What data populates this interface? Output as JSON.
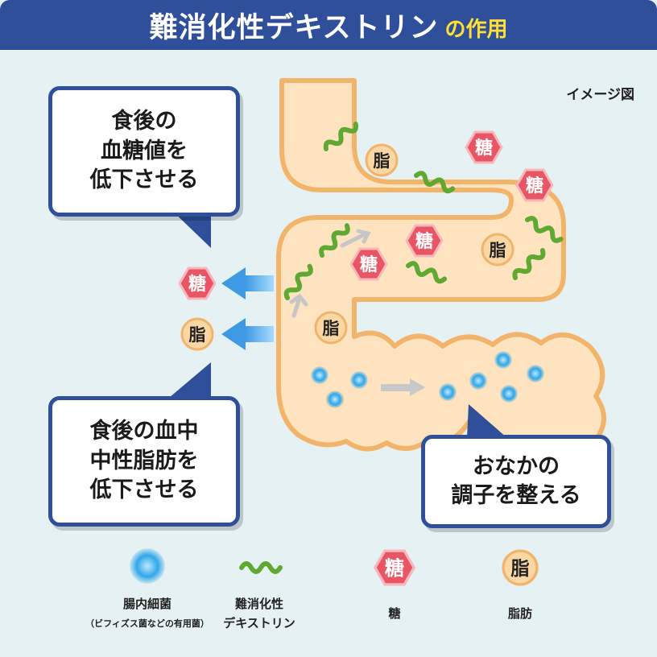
{
  "title": {
    "main": "難消化性デキストリン",
    "sub": "の作用"
  },
  "note": "イメージ図",
  "badges": {
    "sugar": "糖",
    "fat": "脂"
  },
  "bubbles": {
    "blood_sugar": "食後の\n血糖値を\n低下させる",
    "triglyceride": "食後の血中\n中性脂肪を\n低下させる",
    "intestine": "おなかの\n調子を整える"
  },
  "legend": {
    "bacteria": "腸内細菌",
    "bacteria_sub": "（ビフィズス菌などの有用菌）",
    "dextrin": "難消化性\nデキストリン",
    "sugar": "糖",
    "fat": "脂肪"
  },
  "colors": {
    "title_bg": "#2f4f9a",
    "title_sub": "#ffe033",
    "background": "#e6f1f3",
    "intestine_fill": "#fde3c0",
    "intestine_border": "#f2b46a",
    "dextrin": "#5fa832",
    "sugar_badge": "#e85564",
    "fat_badge": "#fbd7a6",
    "bacteria": "#2fa7e8",
    "arrow": "#4aa6e6"
  }
}
